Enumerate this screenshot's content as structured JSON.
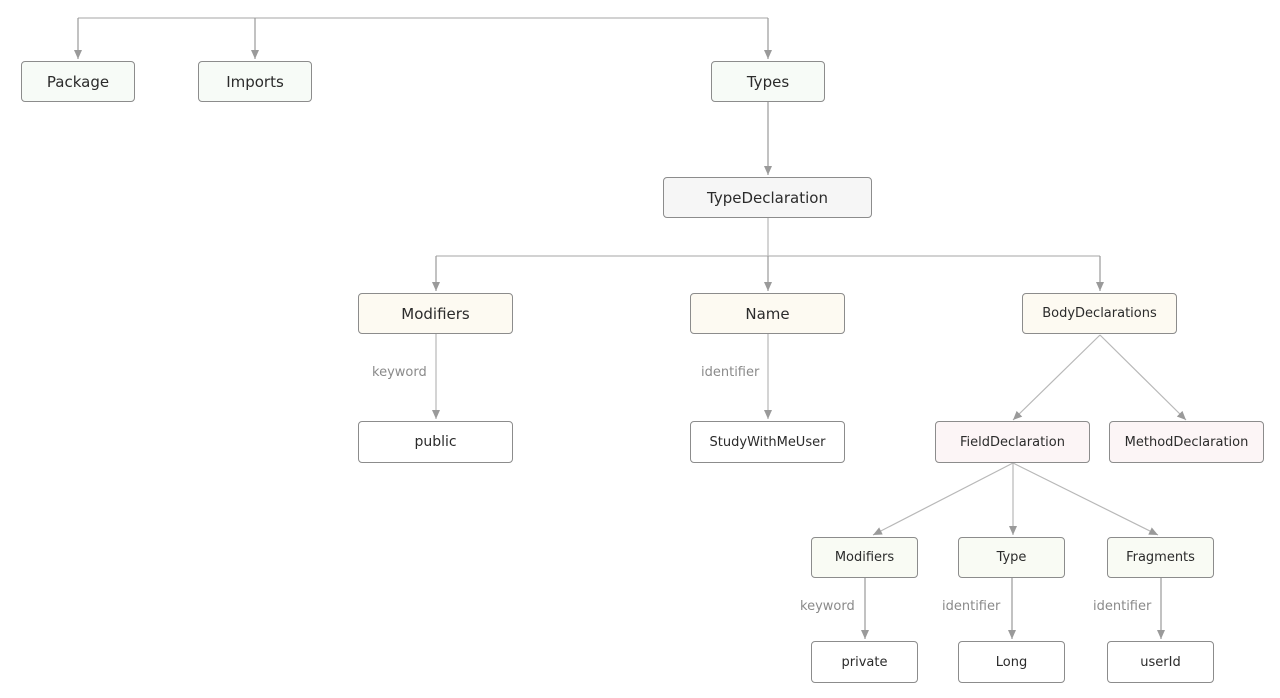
{
  "nodes": {
    "package": "Package",
    "imports": "Imports",
    "types": "Types",
    "type_declaration": "TypeDeclaration",
    "modifiers": "Modifiers",
    "name": "Name",
    "body_declarations": "BodyDeclarations",
    "public": "public",
    "study_with_me_user": "StudyWithMeUser",
    "field_declaration": "FieldDeclaration",
    "method_declaration": "MethodDeclaration",
    "field_modifiers": "Modifiers",
    "field_type": "Type",
    "fragments": "Fragments",
    "private": "private",
    "long": "Long",
    "user_id": "userId"
  },
  "edge_labels": {
    "modifiers_keyword": "keyword",
    "name_identifier": "identifier",
    "field_modifiers_keyword": "keyword",
    "field_type_identifier": "identifier",
    "fragments_identifier": "identifier"
  }
}
